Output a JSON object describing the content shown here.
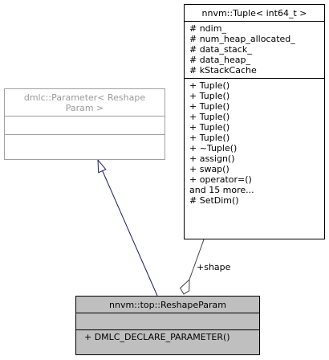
{
  "parent_class": {
    "title_lines": [
      "dmlc::Parameter< Reshape",
      "Param >"
    ],
    "attributes": [],
    "methods": []
  },
  "tuple_class": {
    "title": "nnvm::Tuple< int64_t >",
    "attributes": [
      "# ndim_",
      "# num_heap_allocated_",
      "# data_stack_",
      "# data_heap_",
      "# kStackCache"
    ],
    "methods": [
      "+ Tuple()",
      "+ Tuple()",
      "+ Tuple()",
      "+ Tuple()",
      "+ Tuple()",
      "+ Tuple()",
      "+ ~Tuple()",
      "+ assign()",
      "+ swap()",
      "+ operator=()",
      "and 15 more...",
      "# SetDim()"
    ]
  },
  "main_class": {
    "title": "nnvm::top::ReshapeParam",
    "attributes": [],
    "methods": [
      "+ DMLC_DECLARE_PARAMETER()"
    ]
  },
  "edges": {
    "inheritance": {
      "from": "nnvm::top::ReshapeParam",
      "to": "dmlc::Parameter< ReshapeParam >",
      "color": "#191970"
    },
    "aggregation": {
      "from": "nnvm::top::ReshapeParam",
      "to": "nnvm::Tuple< int64_t >",
      "label": "+shape",
      "color": "#404040"
    }
  }
}
